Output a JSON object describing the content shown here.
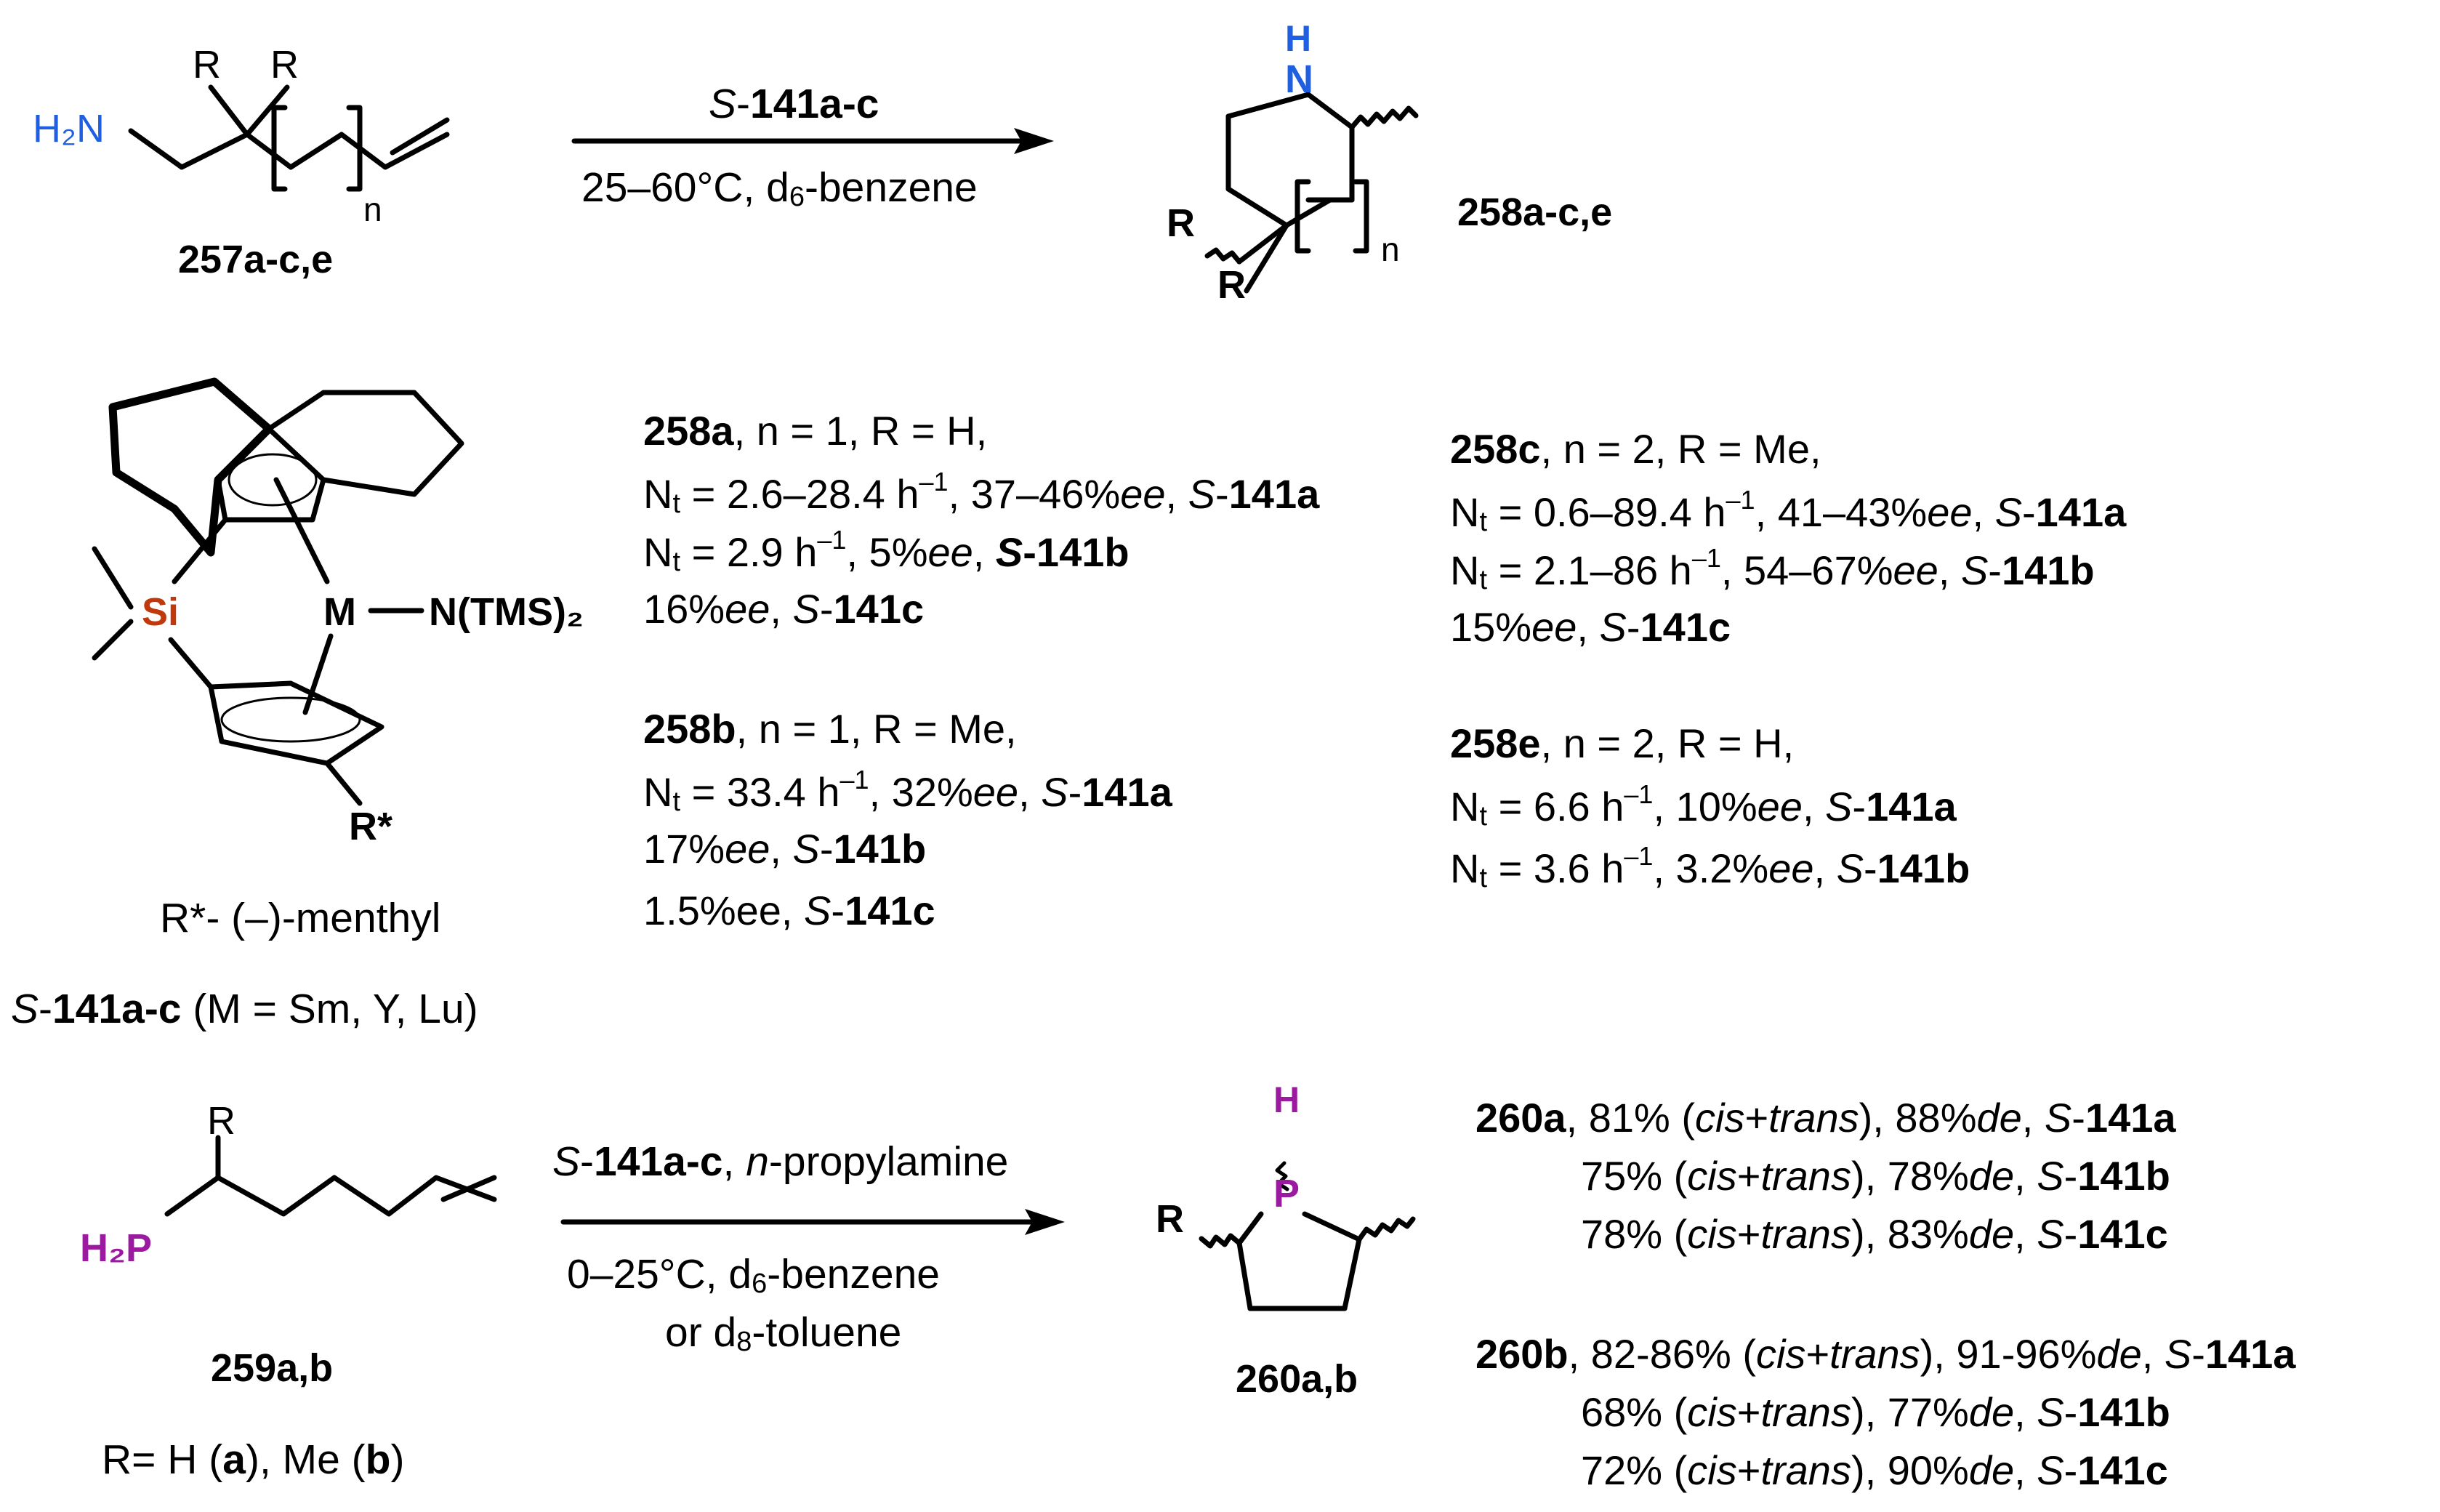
{
  "atoms": {
    "r": "R",
    "h2n": "H₂N",
    "n": "n",
    "nh_h": "H",
    "nh_n": "N",
    "si": "Si",
    "m": "M",
    "ntms": "N(TMS)₂",
    "rstar": "R*",
    "h2p": "H₂P",
    "p": "P",
    "ph": "H"
  },
  "compounds": {
    "c257": "257a-c,e",
    "c258": "258a-c,e",
    "c259": "259a,b",
    "c260": "260a,b"
  },
  "reaction1": {
    "above": "S-141a-c",
    "below": "25–60°C, d6-benzene"
  },
  "reaction2": {
    "above": "S-141a-c, n-propylamine",
    "below1": "0–25°C, d6-benzene",
    "below2": "or d8-toluene"
  },
  "catalyst": {
    "rstar_note": "R*- (–)-menthyl",
    "caption": "S-141a-c (M = Sm, Y, Lu)"
  },
  "substituent_note": "R= H (a), Me (b)",
  "results": [
    [
      "258a, n = 1, R = H,",
      "Nt = 2.6–28.4 h−1, 37–46%ee, S-141a",
      "Nt = 2.9 h−1, 5%ee, S-141b",
      "16%ee, S-141c"
    ],
    [
      "258b, n = 1, R = Me,",
      "Nt = 33.4 h−1, 32%ee, S-141a",
      "17%ee, S-141b",
      "1.5%ee, S-141c"
    ],
    [
      "258c, n = 2, R = Me,",
      "Nt = 0.6–89.4 h−1, 41–43%ee, S-141a",
      "Nt = 2.1–86 h−1, 54–67%ee, S-141b",
      "15%ee, S-141c"
    ],
    [
      "258e, n = 2, R = H,",
      "Nt = 6.6 h−1, 10%ee, S-141a",
      "Nt = 3.6 h−1, 3.2%ee, S-141b"
    ],
    [
      "260a, 81% (cis+trans), 88%de, S-141a",
      "75% (cis+trans), 78%de, S-141b",
      "78% (cis+trans), 83%de, S-141c"
    ],
    [
      "260b, 82-86% (cis+trans), 91-96%de, S-141a",
      "68% (cis+trans), 77%de, S-141b",
      "72% (cis+trans), 90%de, S-141c"
    ]
  ],
  "colors": {
    "nitrogen": "#1f5fe0",
    "phosphorus": "#9a1aa0",
    "silicon": "#c0380c"
  }
}
